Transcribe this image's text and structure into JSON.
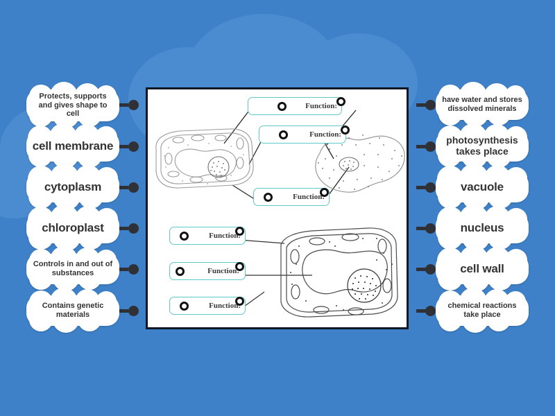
{
  "page": {
    "background_color": "#3e81c8",
    "panel_border_color": "#0e1726",
    "answerbox_border_color": "#5fc9c9",
    "connector_color": "#2f3136"
  },
  "left_labels": [
    {
      "text": "Protects, supports and gives shape to cell",
      "style": "small"
    },
    {
      "text": "cell membrane",
      "style": "big"
    },
    {
      "text": "cytoplasm",
      "style": "big"
    },
    {
      "text": "chloroplast",
      "style": "big"
    },
    {
      "text": "Controls in and out of substances",
      "style": "small"
    },
    {
      "text": "Contains genetic materials",
      "style": "small"
    }
  ],
  "right_labels": [
    {
      "text": "have water and stores dissolved minerals",
      "style": "small"
    },
    {
      "text": "photosynthesis takes place",
      "style": "small-bold"
    },
    {
      "text": "vacuole",
      "style": "big"
    },
    {
      "text": "nucleus",
      "style": "big"
    },
    {
      "text": "cell wall",
      "style": "big"
    },
    {
      "text": "chemical reactions take place",
      "style": "small"
    }
  ],
  "answer_boxes": [
    {
      "label": "Function:",
      "slot": "top-upper"
    },
    {
      "label": "Function:",
      "slot": "top-middle"
    },
    {
      "label": "Function:",
      "slot": "top-lower"
    },
    {
      "label": "Function:",
      "slot": "bottom-upper"
    },
    {
      "label": "Function:",
      "slot": "bottom-middle"
    },
    {
      "label": "Function:",
      "slot": "bottom-lower"
    }
  ],
  "diagram": {
    "cells": [
      {
        "name": "plant-cell-top-left",
        "type": "plant"
      },
      {
        "name": "animal-cell-top-right",
        "type": "animal"
      },
      {
        "name": "plant-cell-bottom",
        "type": "plant"
      }
    ]
  }
}
